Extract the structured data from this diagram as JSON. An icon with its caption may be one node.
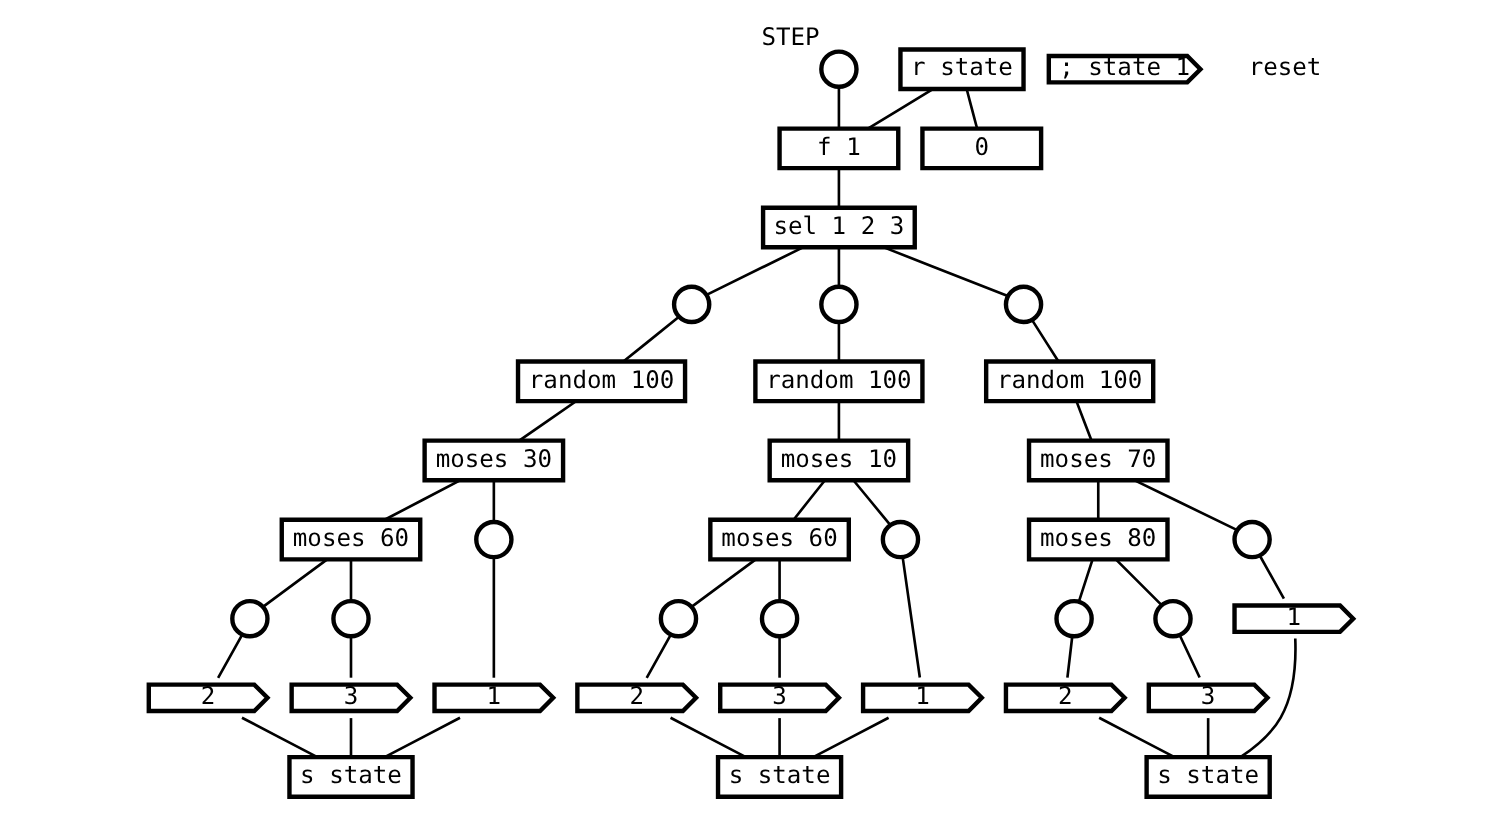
{
  "diagram": {
    "nodes": [
      {
        "text": [],
        "shape": "circle",
        "beside": [
          "STEP"
        ]
      },
      {
        "text": [
          "r state"
        ]
      },
      {
        "text": [
          "0"
        ]
      },
      {
        "text": [
          "; state 1"
        ]
      },
      {
        "text": [
          "f 1"
        ]
      },
      {
        "text": [
          "sel 1 2 3"
        ]
      },
      {
        "text": [],
        "shape": "circle"
      },
      {
        "text": [
          "random 100"
        ]
      },
      {
        "text": [
          "moses 30"
        ]
      },
      {
        "text": [
          "moses 60"
        ]
      },
      {
        "text": [],
        "shape": "circle"
      },
      {
        "text": [],
        "shape": "circle"
      },
      {
        "text": [],
        "shape": "circle"
      },
      {
        "text": [
          "1"
        ]
      },
      {
        "text": [
          "2"
        ]
      },
      {
        "text": [
          "3"
        ]
      },
      {
        "text": [
          "s state"
        ]
      },
      {
        "text": [],
        "shape": "circle"
      },
      {
        "text": [
          "random 100"
        ]
      },
      {
        "text": [
          "moses 10"
        ]
      },
      {
        "text": [
          "moses 60"
        ]
      },
      {
        "text": [],
        "shape": "circle"
      },
      {
        "text": [],
        "shape": "circle"
      },
      {
        "text": [],
        "shape": "circle"
      },
      {
        "text": [
          "1"
        ]
      },
      {
        "text": [
          "2"
        ]
      },
      {
        "text": [
          "3"
        ]
      },
      {
        "text": [
          "s state"
        ]
      },
      {
        "text": [],
        "shape": "circle"
      },
      {
        "text": [
          "random 100"
        ]
      },
      {
        "text": [
          "moses 70"
        ]
      },
      {
        "text": [
          "moses 80"
        ]
      },
      {
        "text": [],
        "shape": "circle"
      },
      {
        "text": [],
        "shape": "circle"
      },
      {
        "text": [],
        "shape": "circle"
      },
      {
        "text": [
          "1"
        ]
      },
      {
        "text": [
          "2"
        ]
      },
      {
        "text": [
          "3"
        ]
      },
      {
        "text": [
          "s state"
        ]
      }
    ],
    "edges": [
      {
        "from": 0,
        "to": 4,
        "arrow": "none"
      },
      {
        "from": 1,
        "to": 4,
        "arrow": "none"
      },
      {
        "from": 1,
        "to": 2,
        "arrow": "none"
      },
      {
        "from": 4,
        "to": 5,
        "arrow": "none"
      },
      {
        "from": 5,
        "to": 6,
        "arrow": "none"
      },
      {
        "from": 5,
        "to": 17,
        "arrow": "none"
      },
      {
        "from": 5,
        "to": 28,
        "arrow": "none"
      },
      {
        "from": 6,
        "to": 7,
        "arrow": "none"
      },
      {
        "from": 7,
        "to": 8,
        "arrow": "none"
      },
      {
        "from": 8,
        "to": 9,
        "arrow": "none"
      },
      {
        "from": 8,
        "to": 10,
        "arrow": "none"
      },
      {
        "from": 9,
        "to": 11,
        "arrow": "none"
      },
      {
        "from": 9,
        "to": 12,
        "arrow": "none"
      },
      {
        "from": 10,
        "to": 13,
        "arrow": "none"
      },
      {
        "from": 11,
        "to": 14,
        "arrow": "none"
      },
      {
        "from": 12,
        "to": 15,
        "arrow": "none"
      },
      {
        "from": 13,
        "to": 16,
        "arrow": "none"
      },
      {
        "from": 14,
        "to": 16,
        "arrow": "none"
      },
      {
        "from": 15,
        "to": 16,
        "arrow": "none"
      },
      {
        "from": 17,
        "to": 18,
        "arrow": "none"
      },
      {
        "from": 18,
        "to": 19,
        "arrow": "none"
      },
      {
        "from": 19,
        "to": 20,
        "arrow": "none"
      },
      {
        "from": 19,
        "to": 21,
        "arrow": "none"
      },
      {
        "from": 20,
        "to": 22,
        "arrow": "none"
      },
      {
        "from": 20,
        "to": 23,
        "arrow": "none"
      },
      {
        "from": 21,
        "to": 24,
        "arrow": "none"
      },
      {
        "from": 22,
        "to": 25,
        "arrow": "none"
      },
      {
        "from": 23,
        "to": 26,
        "arrow": "none"
      },
      {
        "from": 24,
        "to": 27,
        "arrow": "none"
      },
      {
        "from": 25,
        "to": 27,
        "arrow": "none"
      },
      {
        "from": 26,
        "to": 27,
        "arrow": "none"
      },
      {
        "from": 28,
        "to": 29,
        "arrow": "none"
      },
      {
        "from": 29,
        "to": 30,
        "arrow": "none"
      },
      {
        "from": 30,
        "to": 31,
        "arrow": "none"
      },
      {
        "from": 30,
        "to": 32,
        "arrow": "none"
      },
      {
        "from": 31,
        "to": 33,
        "arrow": "none"
      },
      {
        "from": 31,
        "to": 34,
        "arrow": "none"
      },
      {
        "from": 32,
        "to": 35,
        "arrow": "none"
      },
      {
        "from": 33,
        "to": 36,
        "arrow": "none"
      },
      {
        "from": 34,
        "to": 37,
        "arrow": "none"
      },
      {
        "from": 35,
        "to": 38,
        "arrow": "none"
      },
      {
        "from": 36,
        "to": 38,
        "arrow": "none"
      },
      {
        "from": 37,
        "to": 38,
        "arrow": "none"
      }
    ],
    "labels": [
      "reset"
    ]
  }
}
